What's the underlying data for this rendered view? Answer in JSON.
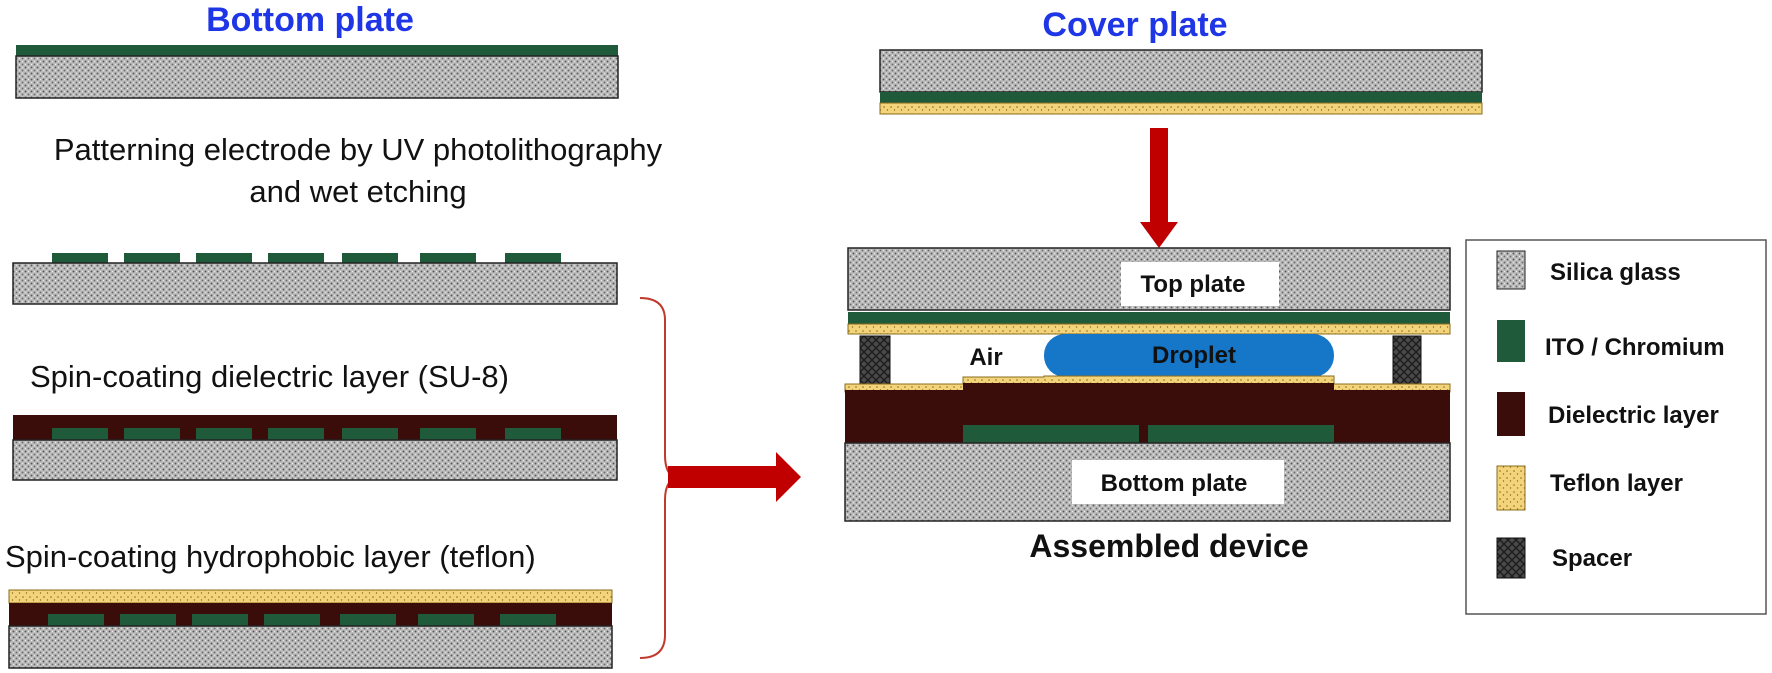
{
  "titles": {
    "bottom_plate": "Bottom plate",
    "cover_plate": "Cover plate"
  },
  "steps": {
    "pattern_line1": "Patterning electrode by UV photolithography",
    "pattern_line2": "and wet etching",
    "dielectric": "Spin-coating dielectric layer (SU-8)",
    "hydrophobic": "Spin-coating hydrophobic layer (teflon)"
  },
  "assembled": {
    "top_plate": "Top plate",
    "bottom_plate": "Bottom plate",
    "air": "Air",
    "droplet": "Droplet",
    "caption": "Assembled device"
  },
  "legend": {
    "items": [
      {
        "label": "Silica glass",
        "material": "silica-glass"
      },
      {
        "label": "ITO / Chromium",
        "material": "ito-chromium"
      },
      {
        "label": "Dielectric layer",
        "material": "dielectric"
      },
      {
        "label": "Teflon layer",
        "material": "teflon"
      },
      {
        "label": "Spacer",
        "material": "spacer"
      }
    ]
  },
  "colors": {
    "title_blue": "#1f36e6",
    "ito_green": "#1f5a3a",
    "dielectric_brown": "#3a0d0a",
    "teflon_yellow": "#f3d47a",
    "droplet_blue": "#1676c8",
    "arrow_red": "#c00000",
    "brace_red": "#c0392b"
  }
}
